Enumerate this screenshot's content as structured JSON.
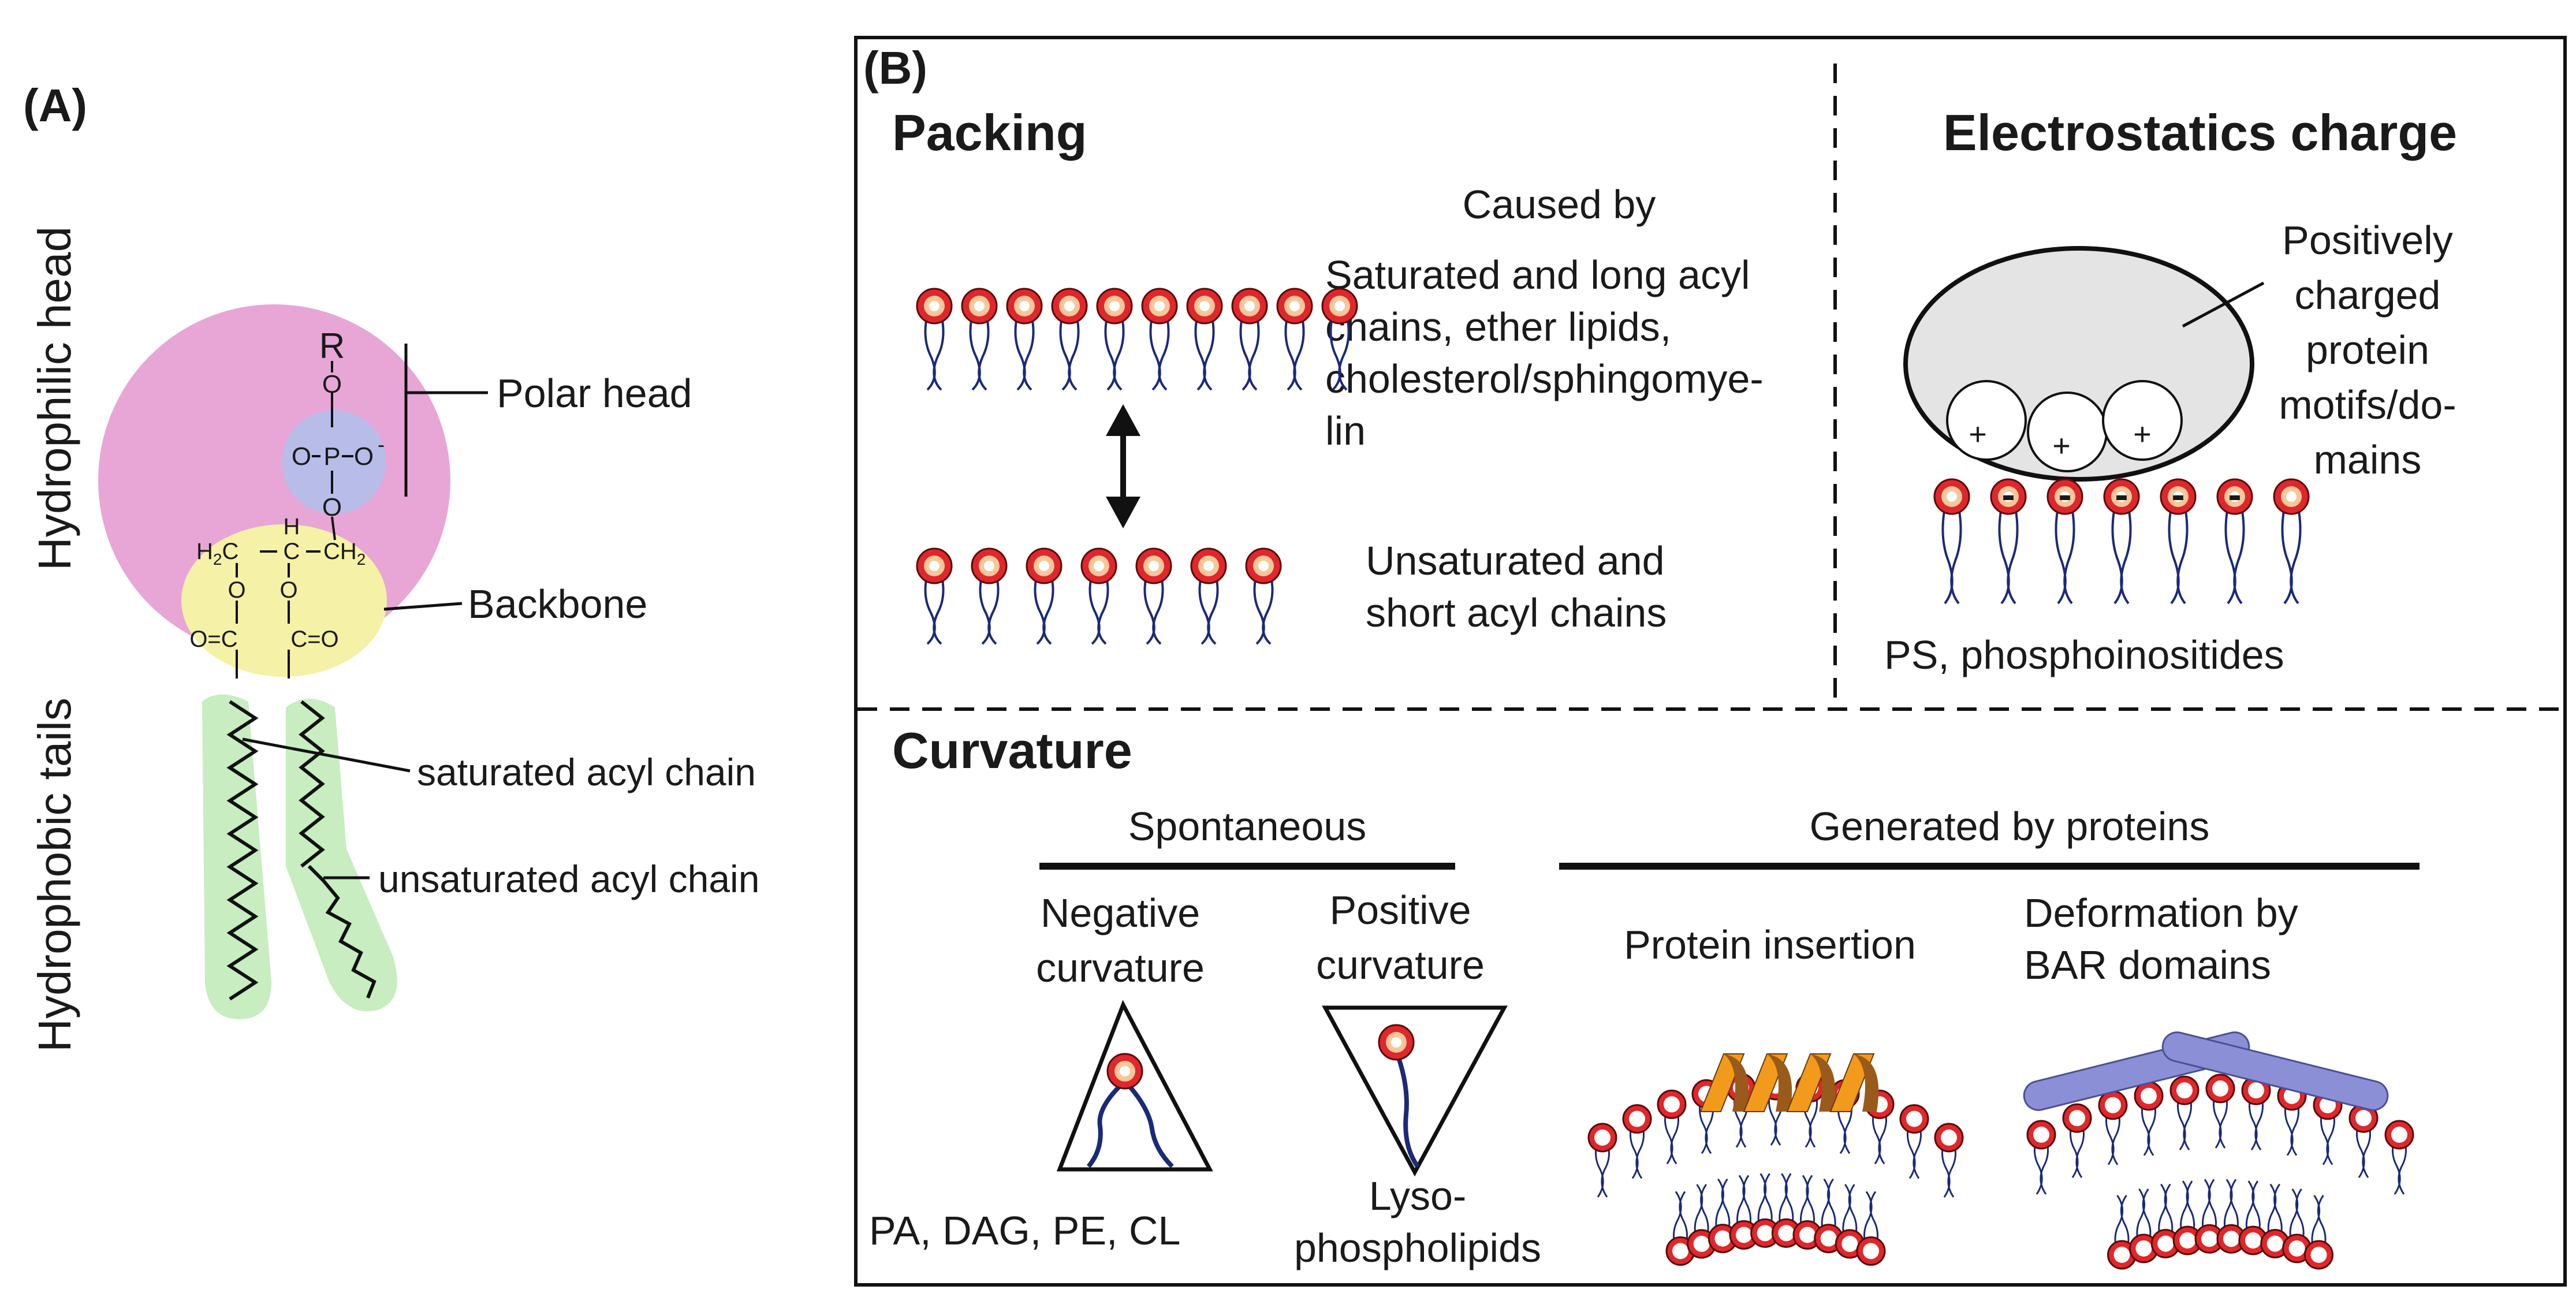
{
  "panel_a": {
    "label": "(A)",
    "side_label_top": "Hydrophilic head",
    "side_label_bottom": "Hydrophobic tails",
    "chem": {
      "r": "R",
      "o_top": "O",
      "o_left": "O",
      "p": "P",
      "o_minus": "O",
      "minus": "-",
      "o_below": "O",
      "h2c": "H",
      "h2c_sub": "2",
      "h2c_c": "C",
      "ch_h": "H",
      "ch_c": "C",
      "ch2_c": "CH",
      "ch2_sub": "2",
      "ester_o1": "O",
      "ester_o2": "O",
      "ester1": "O=C",
      "ester2": "C=O"
    },
    "labels": {
      "polar_head": "Polar head",
      "backbone": "Backbone",
      "saturated": "saturated acyl chain",
      "unsaturated": "unsaturated acyl chain"
    },
    "colors": {
      "head": "#E8A6D6",
      "phosphate": "#B7BDE8",
      "backbone": "#F5F1A6",
      "tails": "#C7EDC0"
    }
  },
  "panel_b": {
    "label": "(B)",
    "packing": {
      "title": "Packing",
      "caused_by": "Caused by",
      "tight": [
        "Saturated and long acyl",
        "chains, ether lipids,",
        "cholesterol/sphingomye-",
        "lin"
      ],
      "loose": [
        "Unsaturated and",
        "short  acyl chains"
      ]
    },
    "electrostatics": {
      "title": "Electrostatics charge",
      "protein": [
        "Positively",
        "charged",
        " protein",
        "motifs/do-",
        "mains"
      ],
      "plus": "+",
      "minus": "-",
      "lipids": "PS, phosphoinositides"
    },
    "curvature": {
      "title": "Curvature",
      "spontaneous": "Spontaneous",
      "generated": "Generated by proteins",
      "negative": [
        "Negative",
        "curvature"
      ],
      "positive": [
        "Positive",
        "curvature"
      ],
      "negative_lipids": "PA, DAG, PE, CL",
      "positive_lipids": [
        "Lyso-",
        "phospholipids"
      ],
      "insertion": "Protein insertion",
      "bar": [
        "Deformation by",
        "BAR domains"
      ]
    },
    "colors": {
      "lipid_outer": "#E0272B",
      "lipid_inner": "#F7C79A",
      "tail": "#1B2A78",
      "helix": "#F29A1C",
      "helix_dark": "#9A5A1A",
      "bar": "#8A8FD6",
      "protein_body": "#E4E4E4"
    }
  }
}
